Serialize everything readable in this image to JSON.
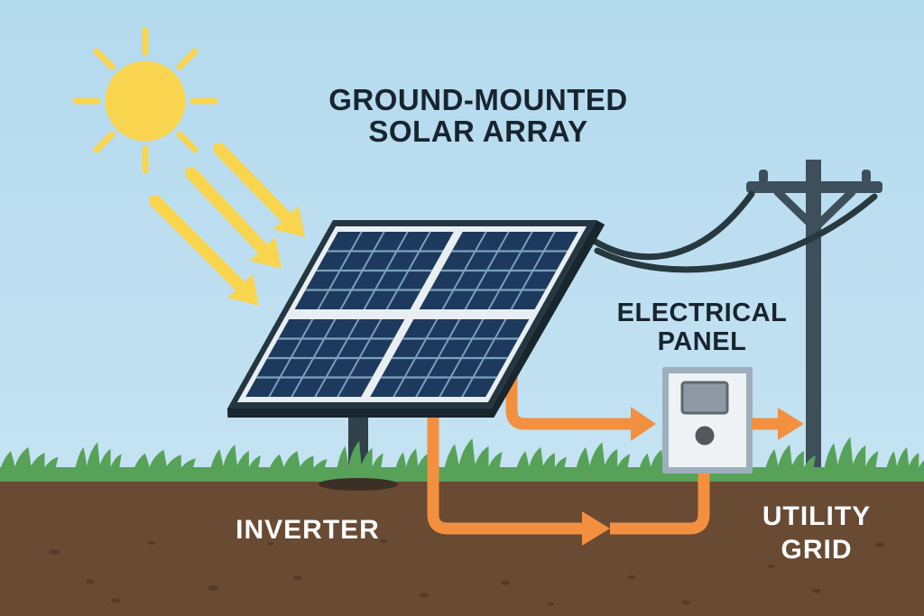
{
  "title": {
    "line1": "GROUND-MOUNTED",
    "line2": "SOLAR ARRAY"
  },
  "labels": {
    "electrical_panel": {
      "line1": "ELECTRICAL",
      "line2": "PANEL"
    },
    "inverter": "INVERTER",
    "utility_grid": {
      "line1": "UTILITY",
      "line2": "GRID"
    }
  },
  "palette": {
    "sky": "#b4daee",
    "sky2": "#c9e5f4",
    "sun": "#f9d44f",
    "title": "#18242f",
    "frame": "#243641",
    "frame-edge": "#19262e",
    "trim": "#e9eef2",
    "cell": "#1d3a5e",
    "grid": "#7ca2bc",
    "post": "#31414a",
    "pole": "#3d4f5b",
    "wire": "#28383f",
    "grass": "#57a159",
    "dirt": "#694a33",
    "speckle": "#3d2a1c",
    "orange": "#f29040",
    "box-border": "#9dafbc",
    "box-body": "#eef2f4",
    "display": "#8e99a3",
    "display-border": "#5d676e",
    "knob": "#53575c",
    "base": "#3b2f26",
    "white": "#ffffff"
  }
}
